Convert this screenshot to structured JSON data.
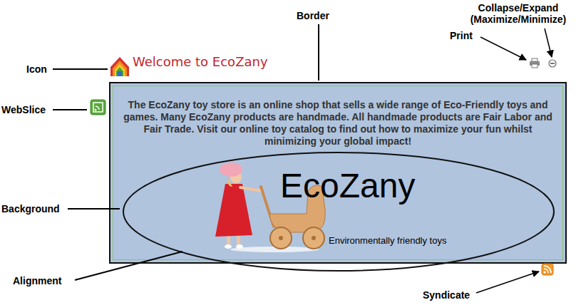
{
  "diagram": {
    "nodes": [
      {
        "text": [
          "Welcome to EcoZany",
          "The EcoZany toy store is an online shop that sells a wide range of Eco-Friendly toys and games. Many EcoZany products are handmade. All handmade products are Fair Labor and Fair Trade. Visit our online toy catalog to find out how to maximize your fun whilst minimizing your global impact!"
        ]
      }
    ],
    "labels": [
      "Icon",
      "WebSlice",
      "Background",
      "Alignment",
      "Border",
      "Print",
      "Collapse/Expand (Maximize/Minimize)",
      "Syndicate",
      "EcoZany",
      "Environmentally friendly toys"
    ]
  }
}
